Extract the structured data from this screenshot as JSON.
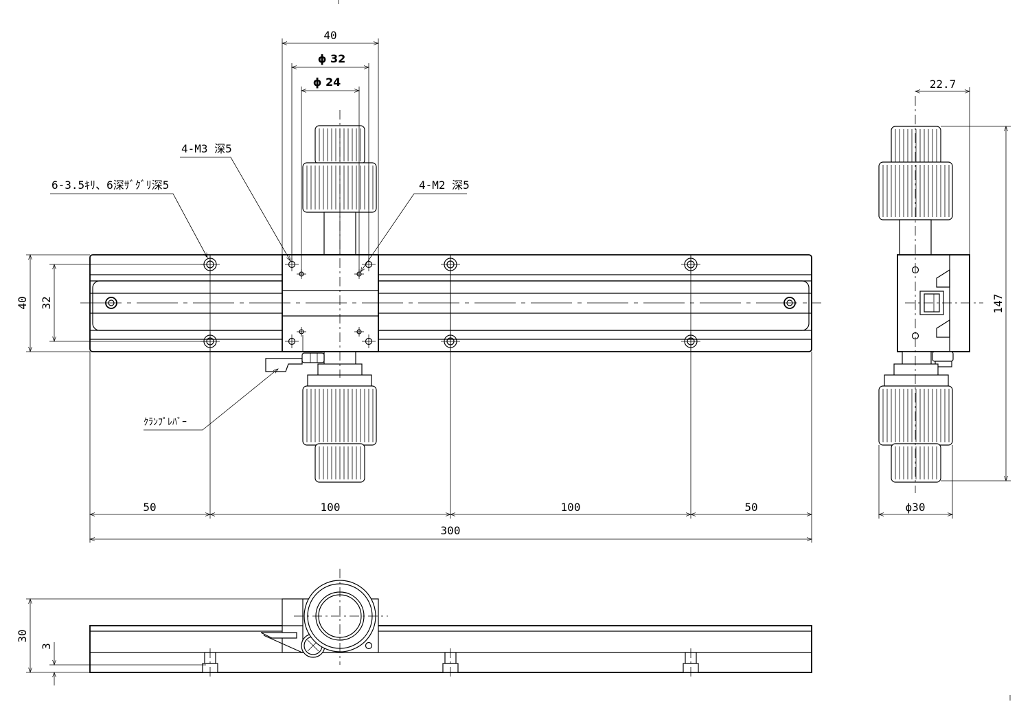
{
  "dimensions": {
    "top_width_40": "40",
    "bore_32": "ϕ 32",
    "bore_24": "ϕ 24",
    "side_offset": "22.7",
    "height_40": "40",
    "height_32": "32",
    "total_height_147": "147",
    "knob_dia": "ϕ30",
    "pitch_left": "50",
    "pitch_mid1": "100",
    "pitch_mid2": "100",
    "pitch_right": "50",
    "total_length": "300",
    "front_height": "30",
    "front_step": "3"
  },
  "callouts": {
    "m3_holes": "4-M3 深5",
    "counterbore_holes": "6-3.5ｷﾘ、6深ｻﾞｸﾞﾘ深5",
    "m2_holes": "4-M2 深5",
    "clamp_lever": "ｸﾗﾝﾌﾟﾚﾊﾞｰ"
  }
}
